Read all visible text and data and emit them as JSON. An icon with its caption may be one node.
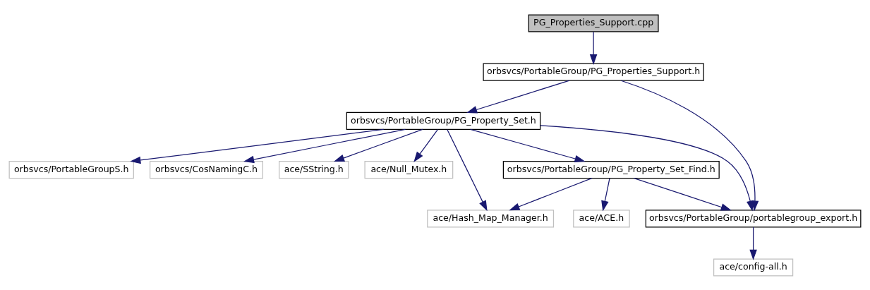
{
  "diagram": {
    "nodes": [
      {
        "text": [
          "PG_Properties_Support.cpp"
        ]
      },
      {
        "text": [
          "orbsvcs/PortableGroup/PG_Properties_Support.h"
        ]
      },
      {
        "text": [
          "orbsvcs/PortableGroup/PG_Property_Set.h"
        ]
      },
      {
        "text": [
          "orbsvcs/PortableGroupS.h"
        ]
      },
      {
        "text": [
          "orbsvcs/CosNamingC.h"
        ]
      },
      {
        "text": [
          "ace/SString.h"
        ]
      },
      {
        "text": [
          "ace/Null_Mutex.h"
        ]
      },
      {
        "text": [
          "orbsvcs/PortableGroup/PG_Property_Set_Find.h"
        ]
      },
      {
        "text": [
          "ace/Hash_Map_Manager.h"
        ]
      },
      {
        "text": [
          "ace/ACE.h"
        ]
      },
      {
        "text": [
          "orbsvcs/PortableGroup/portablegroup_export.h"
        ]
      },
      {
        "text": [
          "ace/config-all.h"
        ]
      }
    ],
    "edges": [
      {
        "from": 0,
        "to": 1,
        "arrow": "to"
      },
      {
        "from": 1,
        "to": 2,
        "arrow": "to"
      },
      {
        "from": 1,
        "to": 10,
        "arrow": "to"
      },
      {
        "from": 2,
        "to": 3,
        "arrow": "to"
      },
      {
        "from": 2,
        "to": 4,
        "arrow": "to"
      },
      {
        "from": 2,
        "to": 8,
        "arrow": "to"
      },
      {
        "from": 2,
        "to": 5,
        "arrow": "to"
      },
      {
        "from": 2,
        "to": 6,
        "arrow": "to"
      },
      {
        "from": 2,
        "to": 7,
        "arrow": "to"
      },
      {
        "from": 2,
        "to": 10,
        "arrow": "to"
      },
      {
        "from": 7,
        "to": 8,
        "arrow": "to"
      },
      {
        "from": 7,
        "to": 9,
        "arrow": "to"
      },
      {
        "from": 7,
        "to": 10,
        "arrow": "to"
      },
      {
        "from": 10,
        "to": 11,
        "arrow": "to"
      }
    ]
  }
}
